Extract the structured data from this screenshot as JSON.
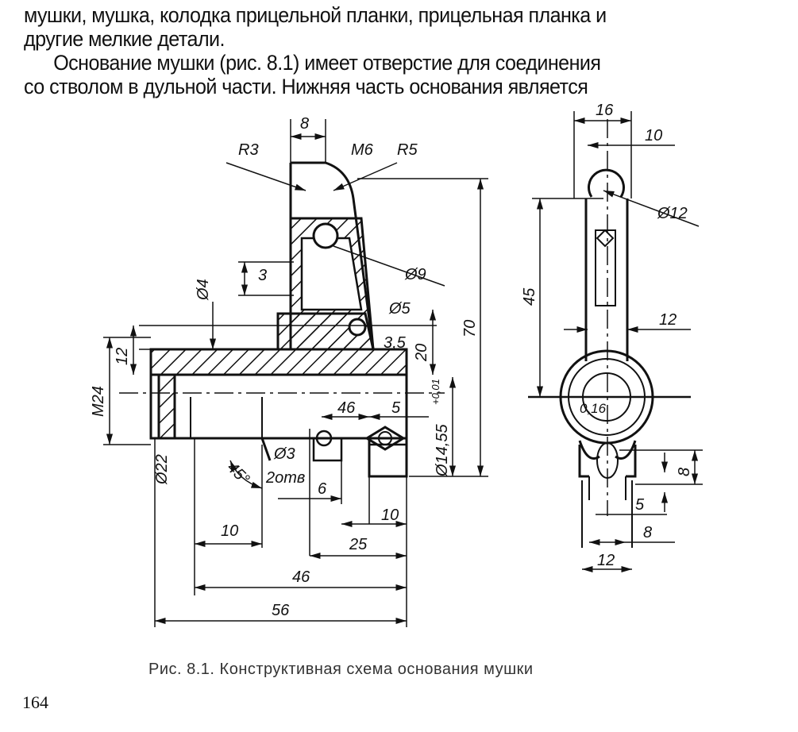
{
  "text": {
    "paragraph1_line1": "мушки, мушка, колодка прицельной планки, прицельная планка и",
    "paragraph1_line2": "другие мелкие детали.",
    "paragraph2_line1": "Основание мушки (рис. 8.1) имеет отверстие для соединения",
    "paragraph2_line2": "со стволом в дульной части. Нижняя часть основания является"
  },
  "figure": {
    "caption": "Рис. 8.1. Конструктивная схема основания мушки",
    "front_view_labels": {
      "d8": "8",
      "r3": "R3",
      "m6": "M6",
      "r5": "R5",
      "d70": "70",
      "dia9": "Ø9",
      "d3": "3",
      "dia4": "Ø4",
      "dia5": "Ø5",
      "d3_5": "3,5",
      "d20": "20",
      "d12": "12",
      "m24": "M24",
      "dia22": "Ø22",
      "d46a": "46",
      "d5": "5",
      "dia14": "Ø14,55",
      "tol": "+0,01",
      "dia3": "Ø3",
      "holes": "2отв",
      "angle": "45°",
      "d6": "6",
      "d10a": "10",
      "d10b": "10",
      "d25": "25",
      "d46b": "46",
      "d56": "56"
    },
    "side_view_labels": {
      "d16": "16",
      "d10": "10",
      "dia12": "Ø12",
      "d45": "45",
      "d12a": "12",
      "d016": "0,16",
      "d8a": "8",
      "d5": "5",
      "d8b": "8",
      "d12b": "12"
    }
  },
  "page_number": "164"
}
